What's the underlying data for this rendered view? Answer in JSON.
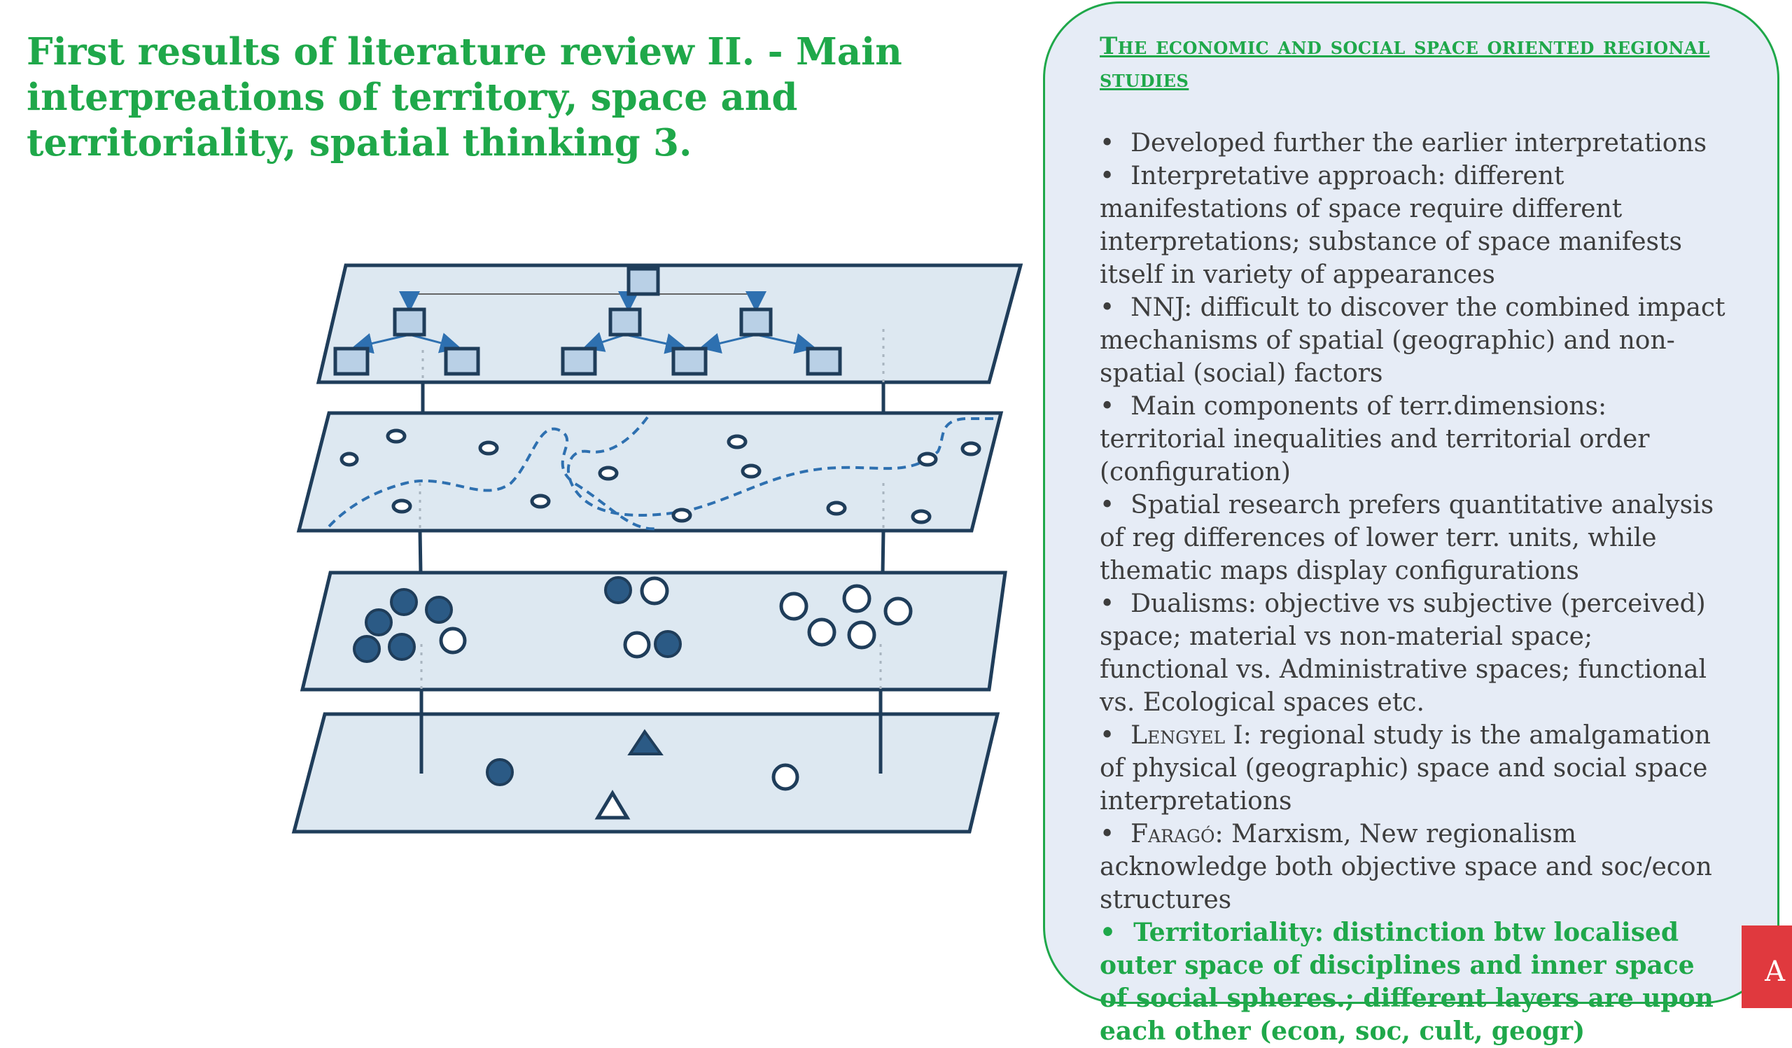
{
  "slide": {
    "title": "First results of literature review II. - Main interpreations of territory, space and territoriality, spatial thinking  3."
  },
  "panel": {
    "heading": "The economic and social space oriented regional studies",
    "bullets": [
      {
        "text": "Developed further the earlier interpretations"
      },
      {
        "text": "Interpretative approach: different manifestations of space require different interpretations; substance of space manifests itself in variety of appearances"
      },
      {
        "text": "NNJ: difficult to discover the combined impact mechanisms of spatial (geographic) and non-spatial (social) factors"
      },
      {
        "text": "Main components of terr.dimensions: territorial inequalities and territorial order (configuration)"
      },
      {
        "text": "Spatial research prefers quantitative analysis of reg differences of lower terr. units, while thematic maps display configurations"
      },
      {
        "text": "Dualisms: objective vs subjective (perceived) space; material vs non-material space; functional vs. Administrative spaces; functional vs. Ecological spaces etc."
      },
      {
        "name": "Lengyel I",
        "text": ": regional study is the amalgamation of physical (geographic) space and social space interpretations"
      },
      {
        "name": "Faragó",
        "text": ": Marxism, New regionalism acknowledge both objective space and soc/econ structures"
      },
      {
        "text": "Territoriality: distinction btw localised outer space of disciplines and inner space of social spheres.; different layers are upon each other (econ, soc, cult, geogr)"
      }
    ]
  },
  "corner_badge": {
    "text": "A",
    "color": "#e0393e"
  },
  "colors": {
    "accent_green": "#1fa84a",
    "panel_bg": "#e6ecf6",
    "layer_fill": "#dde8f1",
    "layer_stroke": "#1f3d5a",
    "node_fill": "#b9d0e6",
    "arrow": "#2e70b0",
    "body_text": "#3d3d3d"
  },
  "diagram": {
    "layers": [
      "hierarchy",
      "boundaries",
      "clusters",
      "base"
    ],
    "icons": [
      "square-node",
      "open-circle",
      "filled-circle",
      "triangle"
    ]
  }
}
